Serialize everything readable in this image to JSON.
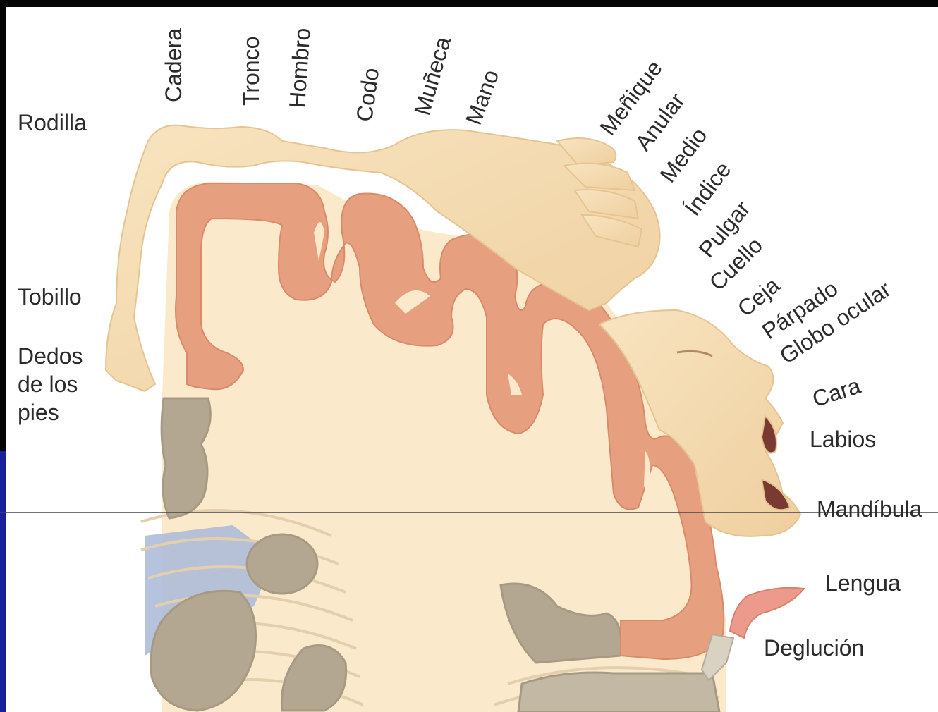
{
  "diagram": {
    "labels": {
      "rodilla": "Rodilla",
      "tobillo": "Tobillo",
      "dedos_pies": [
        "Dedos",
        "de los",
        "pies"
      ],
      "cadera": "Cadera",
      "tronco": "Tronco",
      "hombro": "Hombro",
      "codo": "Codo",
      "muneca": "Muñeca",
      "mano": "Mano",
      "menique": "Meñique",
      "anular": "Anular",
      "medio": "Medio",
      "indice": "Índice",
      "pulgar": "Pulgar",
      "cuello": "Cuello",
      "ceja": "Ceja",
      "parpado": "Párpado",
      "globo_ocular": "Globo ocular",
      "cara": "Cara",
      "labios": "Labios",
      "mandibula": "Mandíbula",
      "lengua": "Lengua",
      "deglucion": "Deglución"
    },
    "colors": {
      "frame": "#050505",
      "left_edge": "#1a1f9a",
      "cortex_band": "#e7a07f",
      "white_matter": "#fbe9cc",
      "body_figure": "#f6dcb2",
      "subcortical_gray": "#b3a792",
      "ventricle_blue": "#a9b9d8",
      "tongue": "#ec9a8c"
    }
  }
}
